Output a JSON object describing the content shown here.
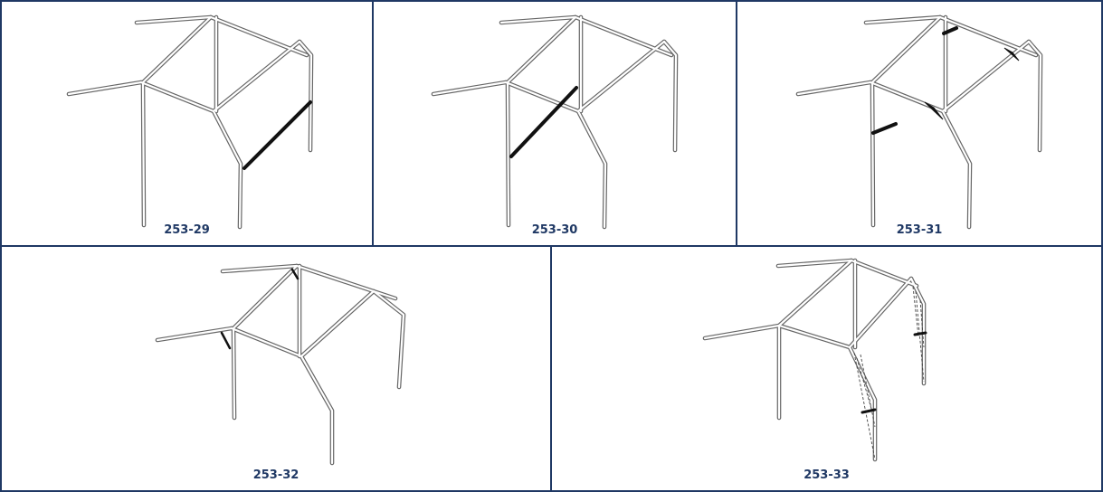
{
  "figures": [
    {
      "id": "f29",
      "label": "253-29"
    },
    {
      "id": "f30",
      "label": "253-30"
    },
    {
      "id": "f31",
      "label": "253-31"
    },
    {
      "id": "f32",
      "label": "253-32"
    },
    {
      "id": "f33",
      "label": "253-33"
    }
  ],
  "colors": {
    "frame": "#1f3864",
    "caption": "#1f3864",
    "tube": "#666666",
    "brace": "#111111"
  }
}
